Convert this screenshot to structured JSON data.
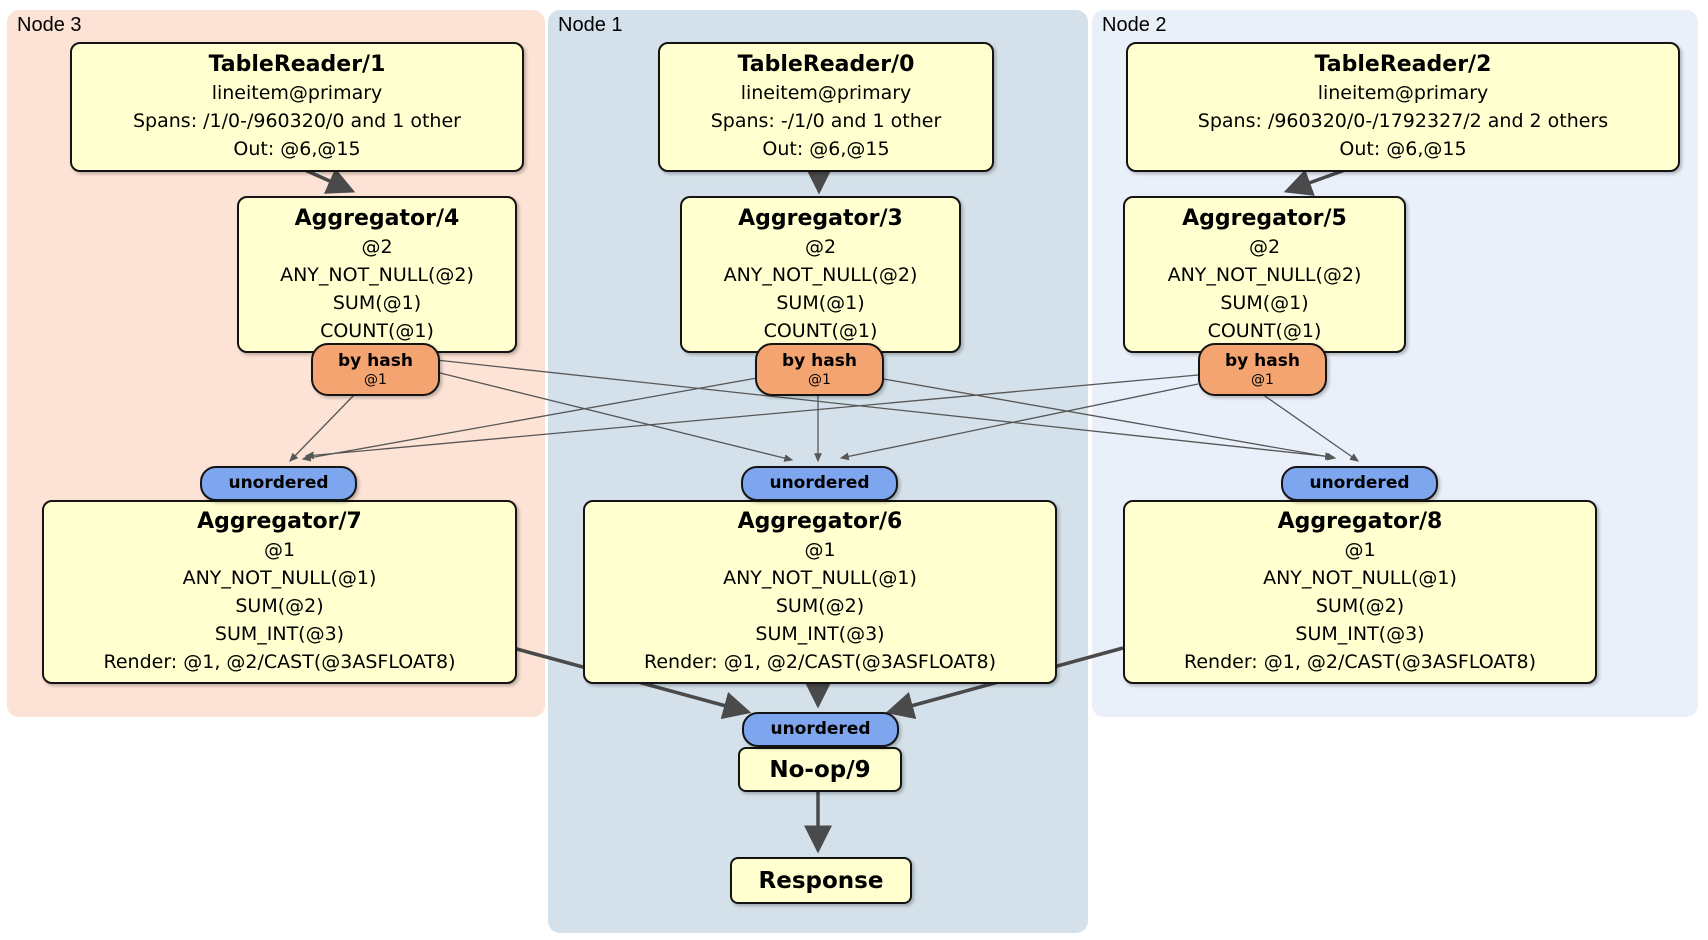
{
  "regions": {
    "node3": {
      "label": "Node 3"
    },
    "node1": {
      "label": "Node 1"
    },
    "node2": {
      "label": "Node 2"
    }
  },
  "processors": {
    "tr1": {
      "title": "TableReader/1",
      "lines": [
        "lineitem@primary",
        "Spans: /1/0-/960320/0 and 1 other",
        "Out: @6,@15"
      ]
    },
    "tr0": {
      "title": "TableReader/0",
      "lines": [
        "lineitem@primary",
        "Spans: -/1/0 and 1 other",
        "Out: @6,@15"
      ]
    },
    "tr2": {
      "title": "TableReader/2",
      "lines": [
        "lineitem@primary",
        "Spans: /960320/0-/1792327/2 and 2 others",
        "Out: @6,@15"
      ]
    },
    "agg4": {
      "title": "Aggregator/4",
      "lines": [
        "@2",
        "ANY_NOT_NULL(@2)",
        "SUM(@1)",
        "COUNT(@1)"
      ]
    },
    "agg3": {
      "title": "Aggregator/3",
      "lines": [
        "@2",
        "ANY_NOT_NULL(@2)",
        "SUM(@1)",
        "COUNT(@1)"
      ]
    },
    "agg5": {
      "title": "Aggregator/5",
      "lines": [
        "@2",
        "ANY_NOT_NULL(@2)",
        "SUM(@1)",
        "COUNT(@1)"
      ]
    },
    "agg7": {
      "title": "Aggregator/7",
      "lines": [
        "@1",
        "ANY_NOT_NULL(@1)",
        "SUM(@2)",
        "SUM_INT(@3)",
        "Render: @1, @2/CAST(@3ASFLOAT8)"
      ]
    },
    "agg6": {
      "title": "Aggregator/6",
      "lines": [
        "@1",
        "ANY_NOT_NULL(@1)",
        "SUM(@2)",
        "SUM_INT(@3)",
        "Render: @1, @2/CAST(@3ASFLOAT8)"
      ]
    },
    "agg8": {
      "title": "Aggregator/8",
      "lines": [
        "@1",
        "ANY_NOT_NULL(@1)",
        "SUM(@2)",
        "SUM_INT(@3)",
        "Render: @1, @2/CAST(@3ASFLOAT8)"
      ]
    },
    "noop": {
      "title": "No-op/9"
    },
    "response": {
      "title": "Response"
    }
  },
  "routers": {
    "by_hash": {
      "label": "by hash",
      "key": "@1"
    },
    "unordered": {
      "label": "unordered"
    }
  },
  "colors": {
    "node3_bg": "#fce3d5",
    "node1_bg": "#d4e1ea",
    "node2_bg": "#eaf0fa",
    "processor_bg": "#ffffcf",
    "hash_router_bg": "#f3a471",
    "unordered_router_bg": "#7ea6ef",
    "edge": "#4a4a4a"
  }
}
